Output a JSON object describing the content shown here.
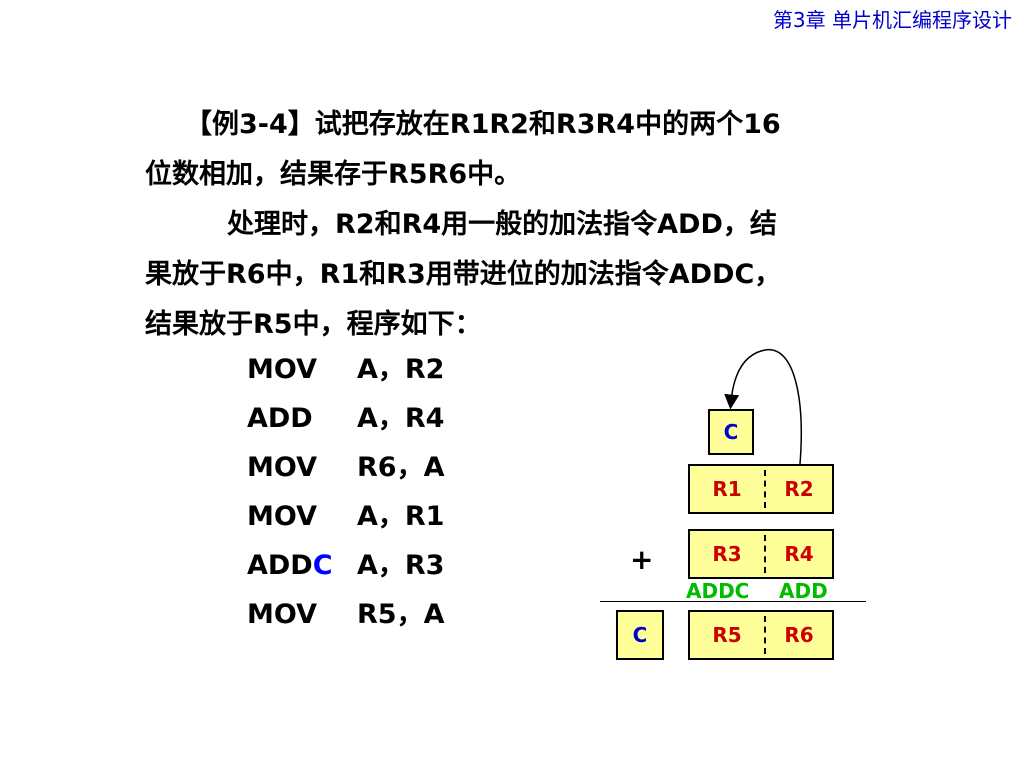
{
  "header": {
    "chapter_title": "第3章 单片机汇编程序设计"
  },
  "problem": {
    "lines": [
      "【例3-4】试把存放在R1R2和R3R4中的两个16",
      "位数相加，结果存于R5R6中。"
    ]
  },
  "explanation": {
    "lines": [
      "处理时，R2和R4用一般的加法指令ADD，结",
      "果放于R6中，R1和R3用带进位的加法指令ADDC，",
      "结果放于R5中，程序如下："
    ]
  },
  "program": [
    {
      "op": "MOV",
      "operands": "A，R2"
    },
    {
      "op": "ADD",
      "operands": "A，R4"
    },
    {
      "op": "MOV",
      "operands": "R6，A"
    },
    {
      "op": "MOV",
      "operands": "A，R1"
    },
    {
      "op": "ADD",
      "op_suffix": "C",
      "operands": "A，R3"
    },
    {
      "op": "MOV",
      "operands": "R5，A"
    }
  ],
  "diagram": {
    "carry_top": "C",
    "row1": {
      "high": "R1",
      "low": "R2"
    },
    "row2": {
      "high": "R3",
      "low": "R4"
    },
    "plus": "+",
    "instr_high": "ADDC",
    "instr_low": "ADD",
    "carry_bottom": "C",
    "result": {
      "high": "R5",
      "low": "R6"
    },
    "colors": {
      "register_text": "#cc0000",
      "carry_text": "#0000cc",
      "instr_text": "#00bb00",
      "box_fill": "#ffff99"
    }
  }
}
